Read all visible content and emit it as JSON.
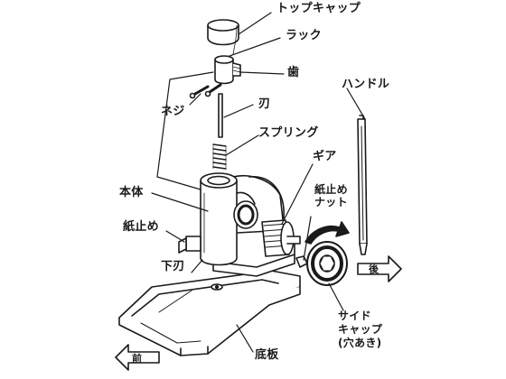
{
  "labels": {
    "top_cap": "トップキャップ",
    "rack": "ラック",
    "teeth": "歯",
    "screw": "ネジ",
    "blade": "刃",
    "spring": "スプリング",
    "handle": "ハンドル",
    "gear": "ギア",
    "paper_stop_nut_line1": "紙止め",
    "paper_stop_nut_line2": "ナット",
    "body": "本体",
    "paper_stop": "紙止め",
    "lower_blade": "下刃",
    "side_cap_line1": "サイド",
    "side_cap_line2": "キャップ",
    "side_cap_line3": "(穴あき)",
    "base_plate": "底板"
  },
  "arrows": {
    "front": "前",
    "back": "後"
  },
  "colors": {
    "line": "#1a1a1a",
    "fill": "#ffffff",
    "shade": "#8a8a8a"
  }
}
